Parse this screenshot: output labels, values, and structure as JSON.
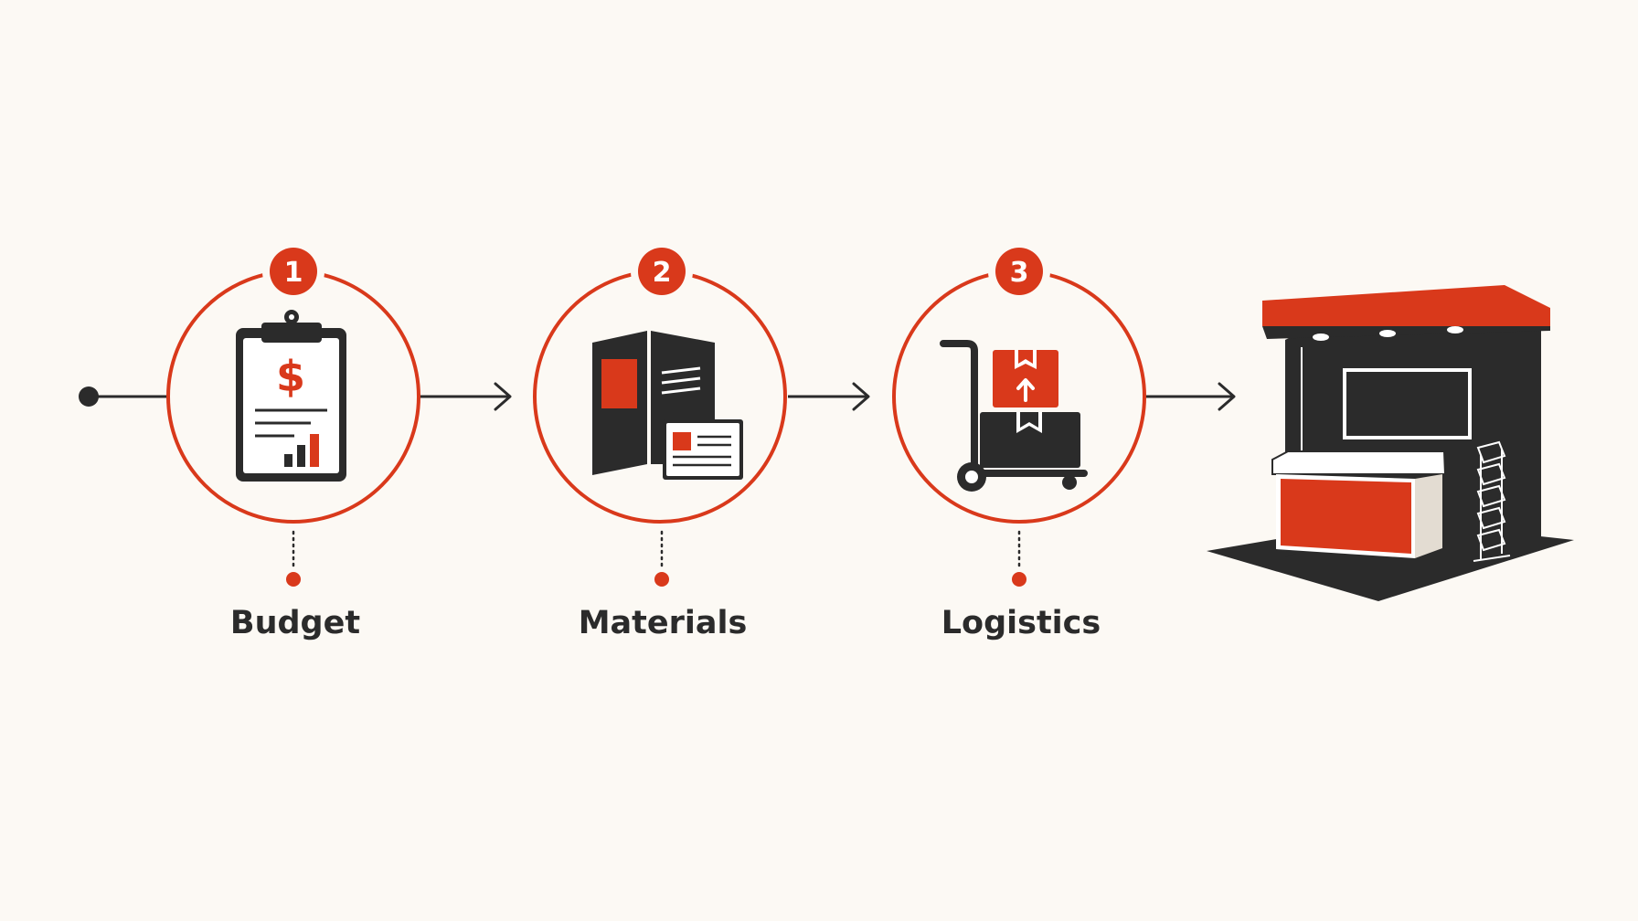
{
  "colors": {
    "background": "#fcf9f4",
    "accent": "#d9391b",
    "ink": "#2b2b2b",
    "light": "#ffffff",
    "counter_side": "#e3dcd2"
  },
  "steps": [
    {
      "number": "1",
      "label": "Budget",
      "icon": "clipboard-budget-icon"
    },
    {
      "number": "2",
      "label": "Materials",
      "icon": "brochure-materials-icon"
    },
    {
      "number": "3",
      "label": "Logistics",
      "icon": "hand-truck-boxes-icon"
    }
  ],
  "result": {
    "icon": "trade-show-booth-icon"
  },
  "budget_icon": {
    "currency_symbol": "$"
  }
}
